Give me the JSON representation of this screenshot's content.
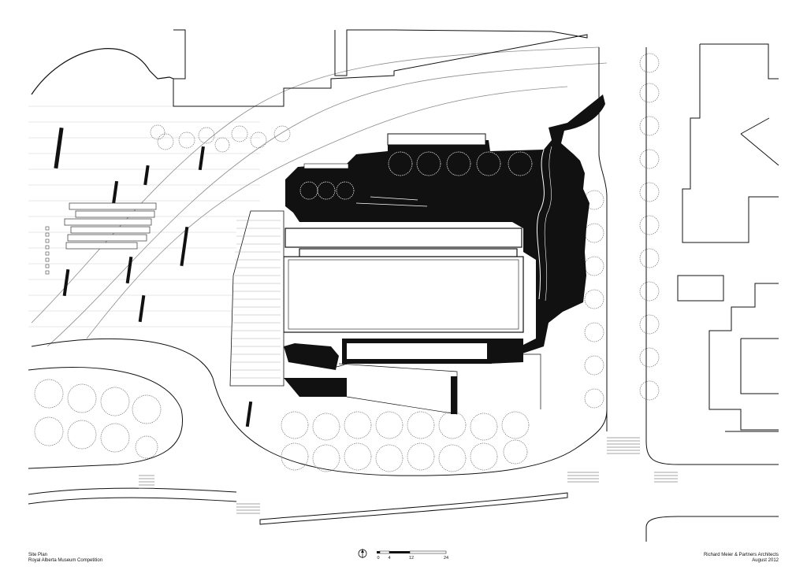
{
  "title_block": {
    "left_line1": "Site Plan",
    "left_line2": "Royal Alberta Museum Competition",
    "right_line1": "Richard Meier & Partners Architects",
    "right_line2": "August 2012"
  },
  "scale_bar": {
    "ticks": [
      "0",
      "4",
      "12",
      "24"
    ]
  },
  "colors": {
    "ink": "#111111",
    "thin": "#9a9a9a",
    "paper": "#ffffff"
  },
  "north_arrow": {
    "icon": "north-arrow-icon"
  }
}
